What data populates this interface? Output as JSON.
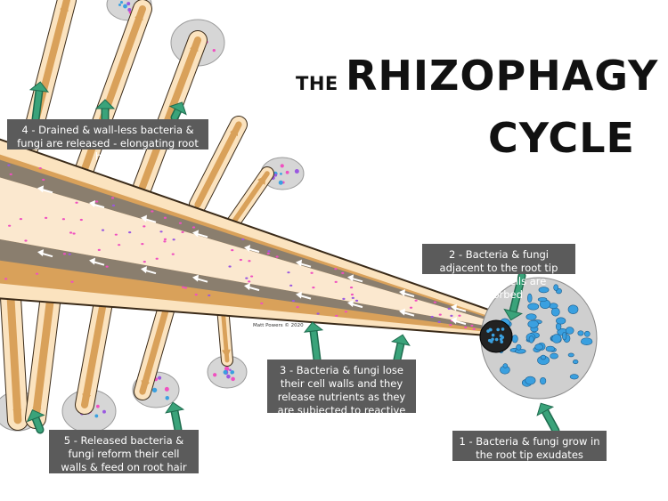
{
  "title": {
    "the": "THE",
    "line1": "RHIZOPHAGY",
    "line2": "CYCLE"
  },
  "labels": {
    "step1": "1 - Bacteria & fungi grow in the root tip exudates",
    "step2": "2 - Bacteria & fungi adjacent to the root tip meristem cells are absorbed",
    "step3": "3 - Bacteria & fungi lose their cell walls and they release nutrients as they are subjected to reactive oxygen (Superoxide)",
    "step4": "4 - Drained & wall-less bacteria & fungi are released - elongating root hairs",
    "step5": "5 - Released bacteria & fungi reform their cell walls & feed on root hair exudates"
  },
  "credit": "Matt Powers © 2020",
  "colors": {
    "cortex": "#d9a15a",
    "cortex_light": "#fbe3bf",
    "core": "#fbe8cf",
    "band": "#8a7e6e",
    "outline": "#3a2a18",
    "exudate": "#cfcfcf",
    "microbe_blue": "#3aa0e0",
    "microbe_pink": "#f050c0",
    "microbe_purple": "#9a58e0",
    "arrow": "#3aa37a",
    "label_bg": "#5b5b5b"
  }
}
